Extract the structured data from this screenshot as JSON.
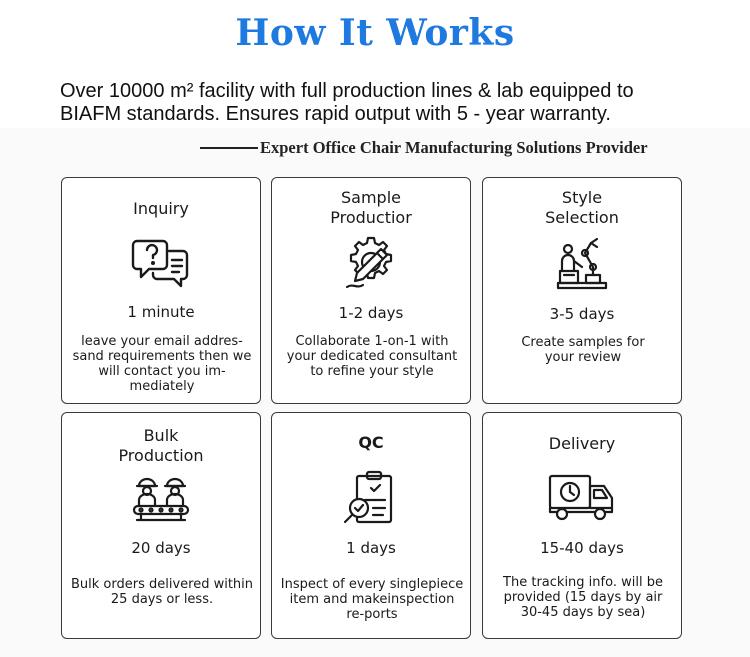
{
  "header": {
    "title": "How It Works",
    "intro": "Over 10000 m² facility with full production lines & lab equipped to BIAFM standards. Ensures rapid output with 5 - year warranty.",
    "tagline": "Expert Office Chair Manufacturing Solutions Provider"
  },
  "steps": [
    {
      "title": "Inquiry",
      "icon": "chat-bubbles-icon",
      "duration": "1 minute",
      "description": "leave your email addres-sand requirements then we will contact you im-mediately"
    },
    {
      "title": "Sample Productior",
      "icon": "gear-pencil-icon",
      "duration": "1-2 days",
      "description": "Collaborate 1-on-1 with your dedicated consultant to refine your style"
    },
    {
      "title": "Style Selection",
      "icon": "robot-arm-icon",
      "duration": "3-5 days",
      "description": "Create samples for your review"
    },
    {
      "title": "Bulk Production",
      "icon": "workers-conveyor-icon",
      "duration": "20 days",
      "description": "Bulk orders delivered within 25 days or less."
    },
    {
      "title": "QC",
      "icon": "clipboard-magnifier-icon",
      "duration": "1 days",
      "description": "Inspect of every singlepiece item and makeinspection re-ports"
    },
    {
      "title": "Delivery",
      "icon": "delivery-truck-icon",
      "duration": "15-40 days",
      "description": "The tracking info. will be provided (15 days by air 30-45 days by sea)"
    }
  ]
}
